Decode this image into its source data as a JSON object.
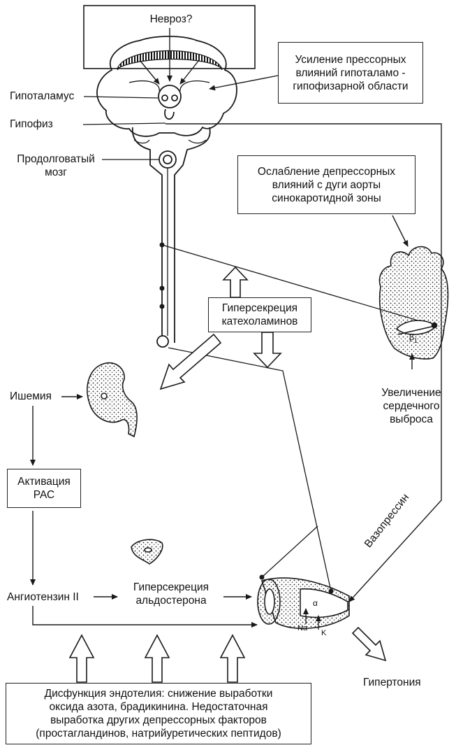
{
  "labels": {
    "neurosis": "Невроз?",
    "pressor": [
      "Усиление прессорных",
      "влияний гипоталамо -",
      "гипофизарной области"
    ],
    "hypothalamus": "Гипоталамус",
    "pituitary": "Гипофиз",
    "medulla": [
      "Продолговатый",
      "мозг"
    ],
    "depressor": [
      "Ослабление депрессорных",
      "влияний с дуги аорты",
      "синокаротидной зоны"
    ],
    "catecholamines": [
      "Гиперсекреция",
      "катехоламинов"
    ],
    "ischemia": "Ишемия",
    "cardiac_output": [
      "Увеличение",
      "сердечного",
      "выброса"
    ],
    "ras": [
      "Активация",
      "РАС"
    ],
    "vasopressin": "Вазопрессин",
    "angiotensin": "Ангиотензин II",
    "aldosterone": [
      "Гиперсекреция",
      "альдостерона"
    ],
    "hypertension": "Гипертония",
    "endothelium": [
      "Дисфункция эндотелия: снижение выработки",
      "оксида азота, брадикинина. Недостаточная",
      "выработка других депрессорных факторов",
      "(простагландинов, натрийуретических пептидов)"
    ],
    "beta1": "β",
    "beta1_sub": "1",
    "alpha": "α",
    "na": "Na",
    "k": "K"
  },
  "colors": {
    "ink": "#1a1a1a",
    "paper": "#ffffff"
  }
}
